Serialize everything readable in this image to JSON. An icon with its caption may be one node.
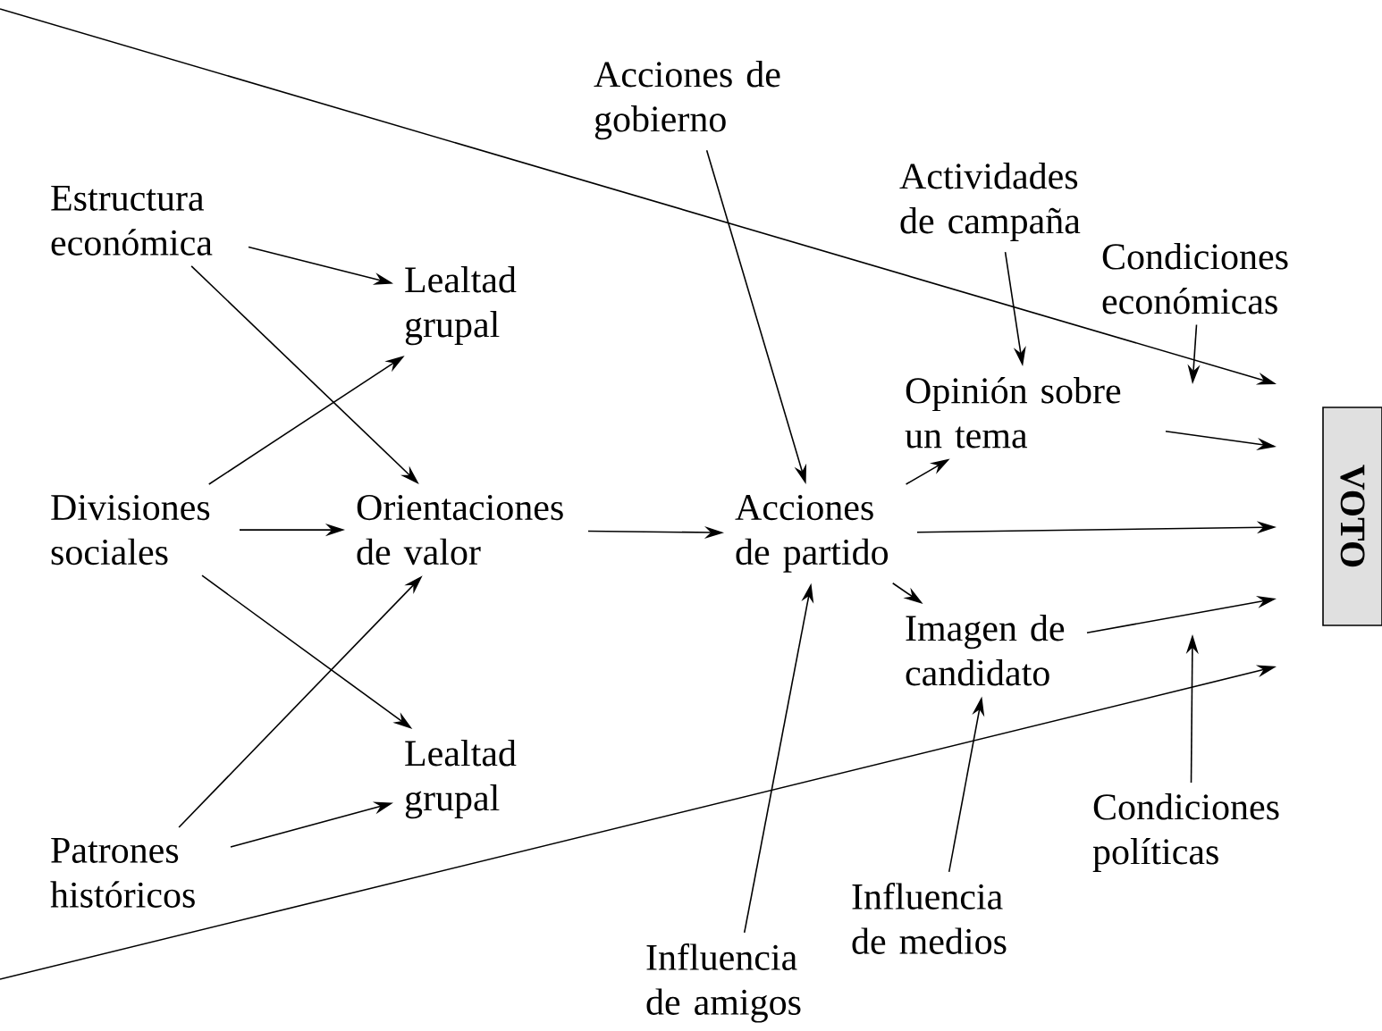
{
  "diagram": {
    "nodes": [
      {
        "text": [
          "Acciones de gobierno"
        ]
      },
      {
        "text": [
          "Estructura económica"
        ]
      },
      {
        "text": [
          "Actividades de campaña"
        ]
      },
      {
        "text": [
          "Condiciones económicas"
        ]
      },
      {
        "text": [
          "Lealtad grupal"
        ]
      },
      {
        "text": [
          "Opinión sobre un tema"
        ]
      },
      {
        "text": [
          "Divisiones sociales"
        ]
      },
      {
        "text": [
          "Orientaciones de valor"
        ]
      },
      {
        "text": [
          "Acciones de partido"
        ]
      },
      {
        "text": [
          "VOTO"
        ]
      },
      {
        "text": [
          "Imagen de candidato"
        ]
      },
      {
        "text": [
          "Lealtad grupal"
        ]
      },
      {
        "text": [
          "Condiciones políticas"
        ]
      },
      {
        "text": [
          "Patrones históricos"
        ]
      },
      {
        "text": [
          "Influencia de medios"
        ]
      },
      {
        "text": [
          "Influencia de amigos"
        ]
      }
    ],
    "edges": [
      {
        "from": 1,
        "to": 4,
        "arrow": "to"
      },
      {
        "from": 1,
        "to": 7,
        "arrow": "to"
      },
      {
        "from": 6,
        "to": 4,
        "arrow": "to"
      },
      {
        "from": 6,
        "to": 7,
        "arrow": "to"
      },
      {
        "from": 6,
        "to": 11,
        "arrow": "to"
      },
      {
        "from": 13,
        "to": 7,
        "arrow": "to"
      },
      {
        "from": 13,
        "to": 11,
        "arrow": "to"
      },
      {
        "from": 7,
        "to": 8,
        "arrow": "to"
      },
      {
        "from": 0,
        "to": 8,
        "arrow": "to"
      },
      {
        "from": 15,
        "to": 8,
        "arrow": "to"
      },
      {
        "from": 8,
        "to": 5,
        "arrow": "to"
      },
      {
        "from": 8,
        "to": 10,
        "arrow": "to"
      },
      {
        "from": 8,
        "to": 9,
        "arrow": "to"
      },
      {
        "from": 2,
        "to": 5,
        "arrow": "to"
      },
      {
        "from": 14,
        "to": 10,
        "arrow": "to"
      },
      {
        "from": 5,
        "to": 9,
        "arrow": "to"
      },
      {
        "from": 10,
        "to": 9,
        "arrow": "to"
      },
      {
        "from": 3,
        "to": null,
        "arrow": "to"
      },
      {
        "from": 12,
        "to": null,
        "arrow": "to"
      },
      {
        "from": null,
        "to": 9,
        "arrow": "to"
      },
      {
        "from": null,
        "to": 9,
        "arrow": "to"
      }
    ]
  }
}
